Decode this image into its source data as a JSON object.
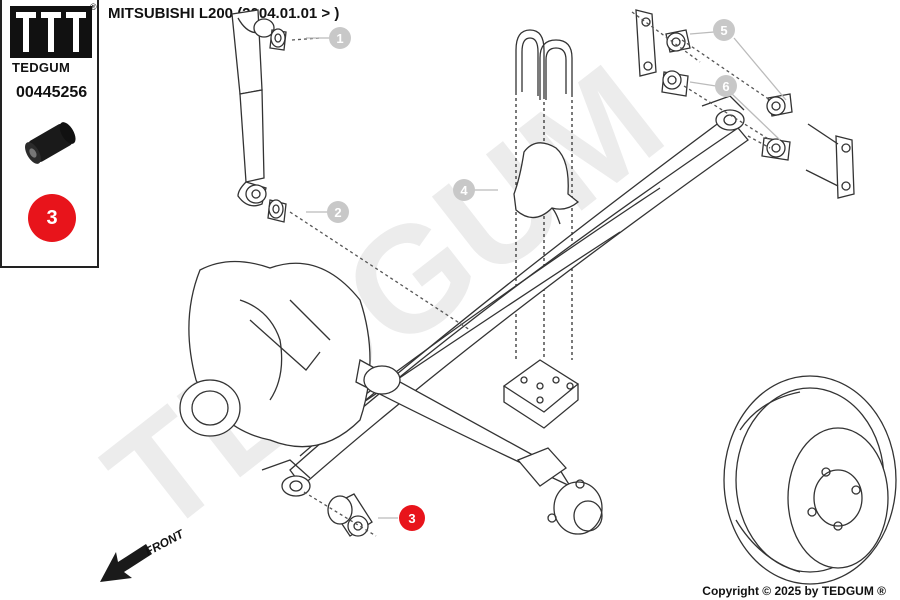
{
  "brand": {
    "name": "TEDGUM",
    "registered_mark": "®"
  },
  "part_number": "00445256",
  "selected_callout": "3",
  "vehicle_title": "MITSUBISHI L200 (2004.01.01 > )",
  "callouts": [
    "1",
    "2",
    "3",
    "4",
    "5",
    "6"
  ],
  "direction_label": "FRONT",
  "watermark": "TEDGUM",
  "copyright": "Copyright © 2025 by TEDGUM ®",
  "colors": {
    "accent_red": "#e8141b",
    "callout_gray": "#c8c8c8",
    "line": "#333333",
    "watermark": "#ececec"
  }
}
